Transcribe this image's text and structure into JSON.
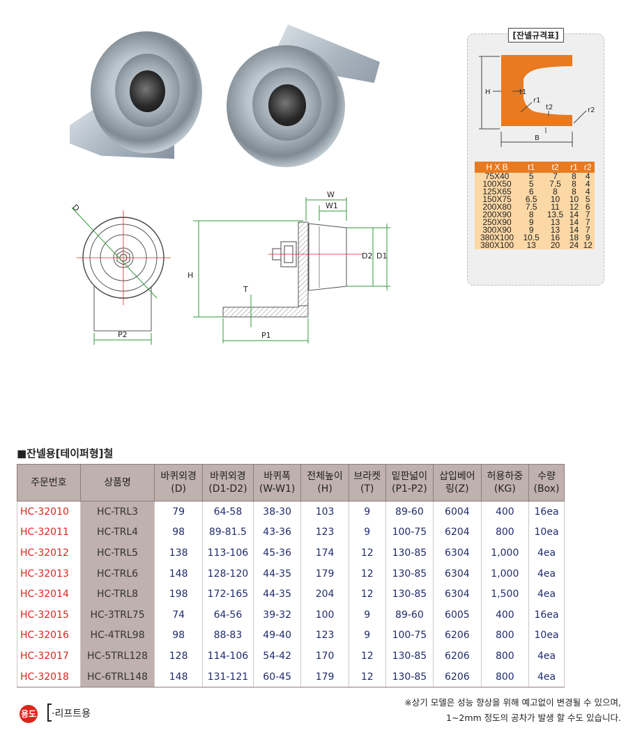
{
  "drawing": {
    "dim_D": "D",
    "dim_P2": "P2",
    "dim_W": "W",
    "dim_W1": "W1",
    "dim_D2": "D2",
    "dim_D1": "D1",
    "dim_H": "H",
    "dim_T": "T",
    "dim_P1": "P1"
  },
  "spec_panel": {
    "title": "[잔넬규격표]",
    "labels": {
      "H": "H",
      "t1": "t1",
      "r1": "r1",
      "t2": "t2",
      "r2": "r2",
      "B": "B"
    },
    "headers": [
      "H X B",
      "t1",
      "t2",
      "r1",
      "r2"
    ],
    "rows": [
      [
        "75X40",
        "5",
        "7",
        "8",
        "4"
      ],
      [
        "100X50",
        "5",
        "7.5",
        "8",
        "4"
      ],
      [
        "125X65",
        "6",
        "8",
        "8",
        "4"
      ],
      [
        "150X75",
        "6.5",
        "10",
        "10",
        "5"
      ],
      [
        "200X80",
        "7.5",
        "11",
        "12",
        "6"
      ],
      [
        "200X90",
        "8",
        "13.5",
        "14",
        "7"
      ],
      [
        "250X90",
        "9",
        "13",
        "14",
        "7"
      ],
      [
        "300X90",
        "9",
        "13",
        "14",
        "7"
      ],
      [
        "380X100",
        "10.5",
        "16",
        "18",
        "9"
      ],
      [
        "380X100",
        "13",
        "20",
        "24",
        "12"
      ]
    ]
  },
  "section_title": "■잔넬용[테이퍼형]철",
  "table": {
    "headers": [
      [
        "주문번호"
      ],
      [
        "상품명"
      ],
      [
        "바퀴외경",
        "(D)"
      ],
      [
        "바퀴외경",
        "(D1-D2)"
      ],
      [
        "바퀴폭",
        "(W-W1)"
      ],
      [
        "전체높이",
        "(H)"
      ],
      [
        "브라켓",
        "(T)"
      ],
      [
        "밑판넓이",
        "(P1-P2)"
      ],
      [
        "삽입베어",
        "링(Z)"
      ],
      [
        "허용하중",
        "(KG)"
      ],
      [
        "수량",
        "(Box)"
      ]
    ],
    "rows": [
      [
        "HC-32010",
        "HC-TRL3",
        "79",
        "64-58",
        "38-30",
        "103",
        "9",
        "89-60",
        "6004",
        "400",
        "16ea"
      ],
      [
        "HC-32011",
        "HC-TRL4",
        "98",
        "89-81.5",
        "43-36",
        "123",
        "9",
        "100-75",
        "6204",
        "800",
        "10ea"
      ],
      [
        "HC-32012",
        "HC-TRL5",
        "138",
        "113-106",
        "45-36",
        "174",
        "12",
        "130-85",
        "6304",
        "1,000",
        "4ea"
      ],
      [
        "HC-32013",
        "HC-TRL6",
        "148",
        "128-120",
        "44-35",
        "179",
        "12",
        "130-85",
        "6304",
        "1,000",
        "4ea"
      ],
      [
        "HC-32014",
        "HC-TRL8",
        "198",
        "172-165",
        "44-35",
        "204",
        "12",
        "130-85",
        "6304",
        "1,500",
        "4ea"
      ],
      [
        "HC-32015",
        "HC-3TRL75",
        "74",
        "64-56",
        "39-32",
        "100",
        "9",
        "89-60",
        "6005",
        "400",
        "16ea"
      ],
      [
        "HC-32016",
        "HC-4TRL98",
        "98",
        "88-83",
        "49-40",
        "123",
        "9",
        "100-75",
        "6206",
        "800",
        "10ea"
      ],
      [
        "HC-32017",
        "HC-5TRL128",
        "128",
        "114-106",
        "54-42",
        "170",
        "12",
        "130-85",
        "6206",
        "800",
        "4ea"
      ],
      [
        "HC-32018",
        "HC-6TRL148",
        "148",
        "131-121",
        "60-45",
        "179",
        "12",
        "130-85",
        "6206",
        "800",
        "4ea"
      ]
    ]
  },
  "usage": {
    "badge": "용도",
    "text": "·리프트용"
  },
  "notice": {
    "line1": "※상기 모델은 성능 향상을 위해 예고없이 변경될 수 있으며,",
    "line2": "1~2mm 정도의  공차가 발생 할 수도 있습니다."
  },
  "colors": {
    "channel_orange": "#e97a1f",
    "table_header": "#bfb1ae",
    "code_red": "#d9261c",
    "value_navy": "#1f2a6b",
    "dim_green": "#2e9a3a"
  }
}
